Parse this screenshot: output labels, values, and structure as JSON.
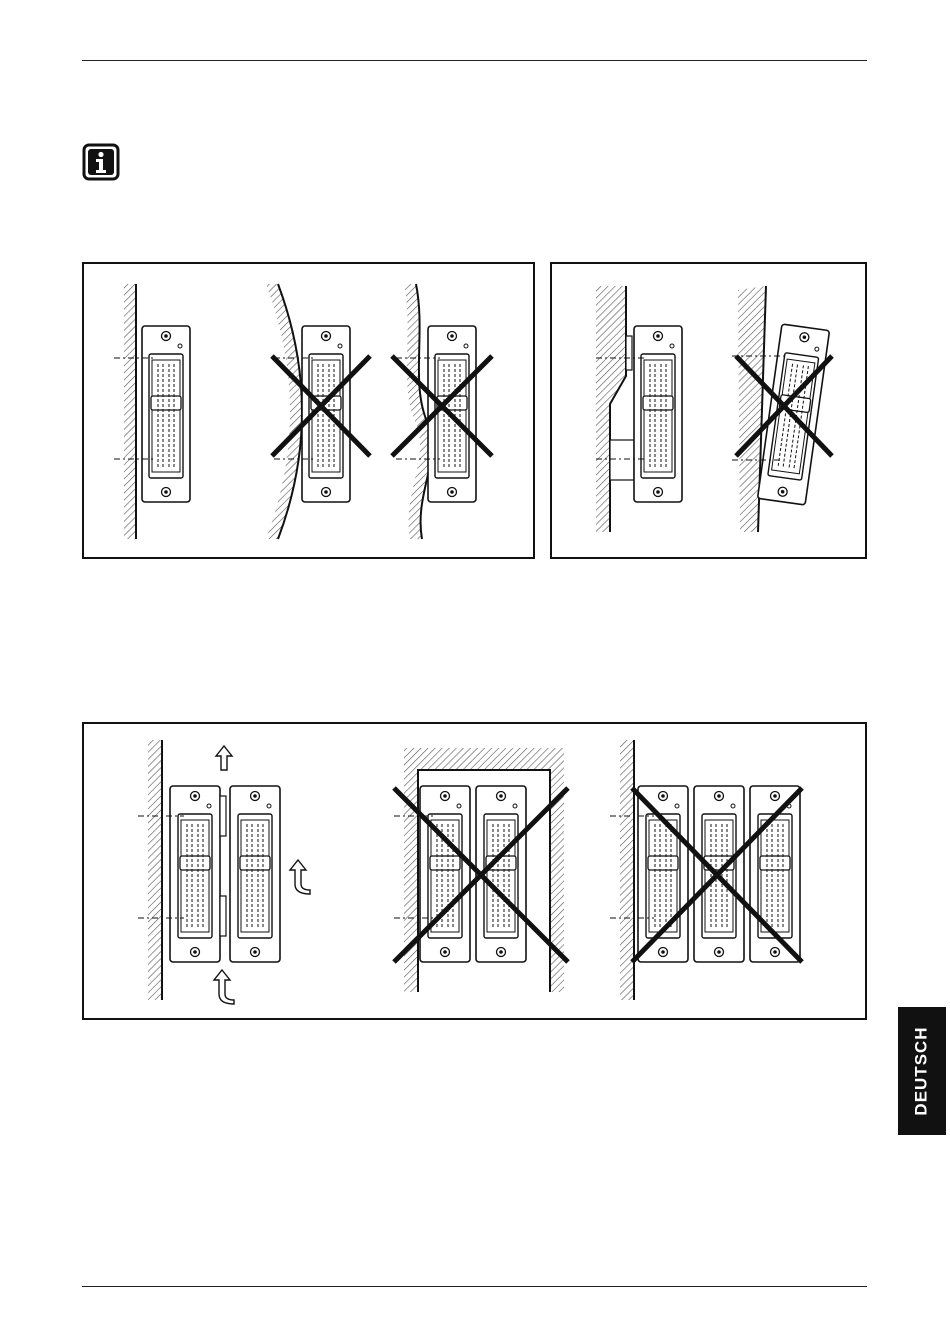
{
  "header": {
    "rule": true
  },
  "note": {
    "icon": "info-icon"
  },
  "figures": [
    {
      "id": "fig-a",
      "scenes": [
        "flat-wall-correct",
        "convex-wall-wrong",
        "wavy-wall-wrong"
      ]
    },
    {
      "id": "fig-b",
      "scenes": [
        "stepped-wall-correct",
        "tilted-wrong"
      ]
    },
    {
      "id": "fig-c",
      "scenes": [
        "airflow-correct",
        "enclosed-wrong",
        "three-units-wrong"
      ]
    }
  ],
  "side_tab": {
    "label": "DEUTSCH"
  },
  "colors": {
    "ink": "#111111",
    "tab": "#111111",
    "tab_text": "#ffffff"
  }
}
